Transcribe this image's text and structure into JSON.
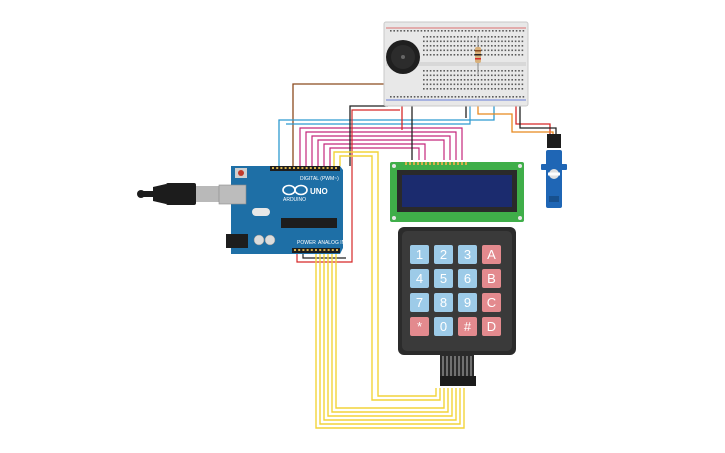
{
  "arduino": {
    "model_text": "UNO",
    "logo_text": "ARDUINO",
    "digital_label": "DIGITAL (PWM~)",
    "power_label": "POWER",
    "analog_label": "ANALOG IN"
  },
  "keypad": {
    "keys": [
      {
        "label": "1",
        "kind": "num"
      },
      {
        "label": "2",
        "kind": "num"
      },
      {
        "label": "3",
        "kind": "num"
      },
      {
        "label": "A",
        "kind": "func"
      },
      {
        "label": "4",
        "kind": "num"
      },
      {
        "label": "5",
        "kind": "num"
      },
      {
        "label": "6",
        "kind": "num"
      },
      {
        "label": "B",
        "kind": "func"
      },
      {
        "label": "7",
        "kind": "num"
      },
      {
        "label": "8",
        "kind": "num"
      },
      {
        "label": "9",
        "kind": "num"
      },
      {
        "label": "C",
        "kind": "func"
      },
      {
        "label": "*",
        "kind": "func"
      },
      {
        "label": "0",
        "kind": "num"
      },
      {
        "label": "#",
        "kind": "func"
      },
      {
        "label": "D",
        "kind": "func"
      }
    ]
  },
  "colors": {
    "arduino_board": "#1e6fa6",
    "lcd_pcb": "#3fae49",
    "lcd_screen": "#1b2b6e",
    "breadboard": "#e8e8e8",
    "keypad_body": "#2b2b2b",
    "key_num": "#9dcbe8",
    "key_func": "#e38a8e",
    "wire_yellow": "#f2d43a",
    "wire_magenta": "#c4277c",
    "wire_red": "#d62828",
    "wire_black": "#222222",
    "wire_brown": "#8b4a1e",
    "wire_cyan": "#2e9ad0",
    "wire_orange": "#e8891f",
    "servo_blue": "#1f66b5"
  },
  "icons": [
    "usb-cable-icon",
    "buzzer-icon",
    "resistor-icon",
    "servo-icon",
    "reset-button-icon"
  ]
}
